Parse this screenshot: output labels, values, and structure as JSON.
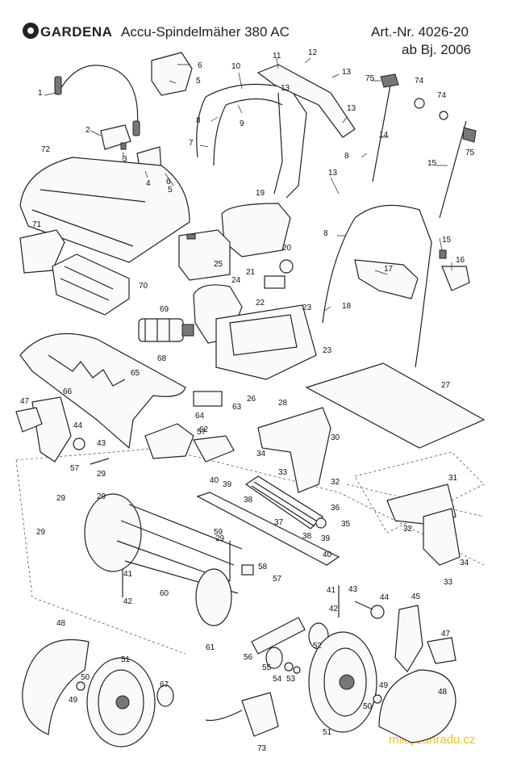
{
  "header": {
    "brand": "GARDENA",
    "title": "Accu-Spindelmäher 380 AC",
    "article": "Art.-Nr. 4026-20",
    "year": "ab Bj. 2006"
  },
  "watermark": "milujizahradu.cz",
  "callouts": [
    "1",
    "2",
    "3",
    "4",
    "5",
    "5",
    "6",
    "6",
    "7",
    "8",
    "8",
    "8",
    "9",
    "10",
    "11",
    "12",
    "13",
    "13",
    "13",
    "13",
    "14",
    "15",
    "15",
    "16",
    "17",
    "18",
    "19",
    "20",
    "21",
    "22",
    "23",
    "23",
    "24",
    "25",
    "26",
    "27",
    "28",
    "29",
    "29",
    "29",
    "29",
    "29",
    "30",
    "31",
    "32",
    "32",
    "33",
    "33",
    "34",
    "34",
    "35",
    "36",
    "37",
    "38",
    "38",
    "39",
    "39",
    "40",
    "40",
    "41",
    "41",
    "42",
    "42",
    "43",
    "43",
    "44",
    "44",
    "45",
    "47",
    "47",
    "48",
    "48",
    "49",
    "49",
    "50",
    "50",
    "51",
    "51",
    "52",
    "53",
    "54",
    "55",
    "56",
    "57",
    "57",
    "57",
    "58",
    "59",
    "60",
    "61",
    "62",
    "63",
    "64",
    "65",
    "66",
    "67",
    "68",
    "69",
    "70",
    "71",
    "72",
    "73",
    "74",
    "74",
    "75",
    "75"
  ]
}
